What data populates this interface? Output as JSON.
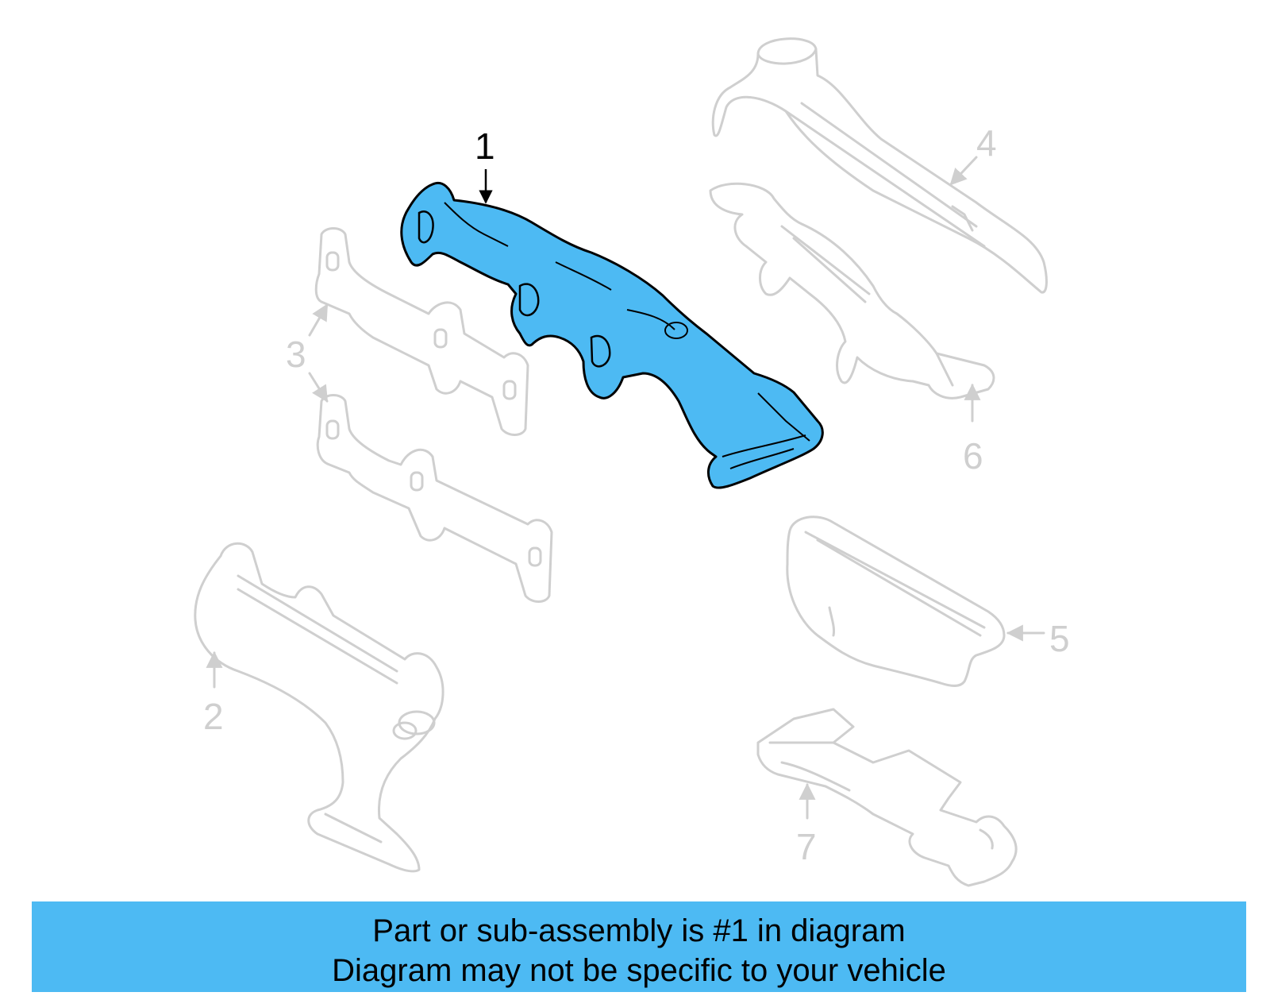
{
  "callouts": {
    "c1": "1",
    "c2": "2",
    "c3": "3",
    "c4": "4",
    "c5": "5",
    "c6": "6",
    "c7": "7"
  },
  "banner": {
    "line1": "Part or sub-assembly is #1 in diagram",
    "line2": "Diagram may not be specific to your vehicle"
  },
  "colors": {
    "highlight": "#4dbaf3",
    "ghost": "#cfcfcf",
    "outline": "#000000"
  }
}
